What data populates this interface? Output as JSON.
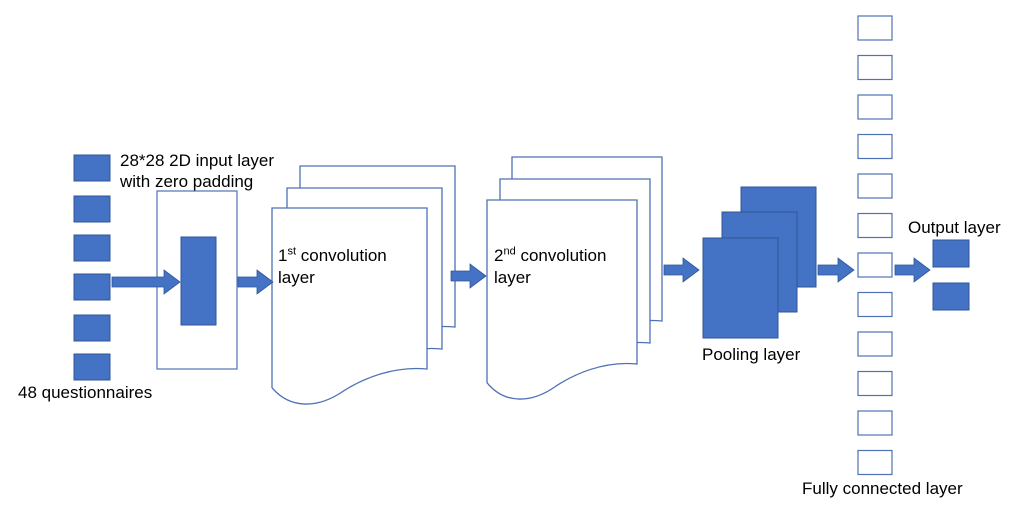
{
  "diagram": {
    "labels": {
      "questionnaires": "48 questionnaires",
      "input_line1": "28*28 2D input layer",
      "input_line2": "with zero padding",
      "conv1_num": "1",
      "conv1_sup": "st",
      "conv1_rest": " convolution",
      "conv1_line2": "layer",
      "conv2_num": "2",
      "conv2_sup": "nd",
      "conv2_rest": " convolution",
      "conv2_line2": "layer",
      "pooling": "Pooling layer",
      "fully_connected": "Fully connected layer",
      "output": "Output layer"
    },
    "counts": {
      "questionnaire_boxes": 6,
      "conv1_sheets": 3,
      "conv2_sheets": 3,
      "pooling_maps": 3,
      "fully_connected_nodes": 12,
      "output_nodes": 2
    },
    "colors": {
      "fill": "#4472C4",
      "outline": "#2F5597",
      "sheet_stroke": "#4F71B5",
      "arrow": "#4472C4"
    }
  }
}
